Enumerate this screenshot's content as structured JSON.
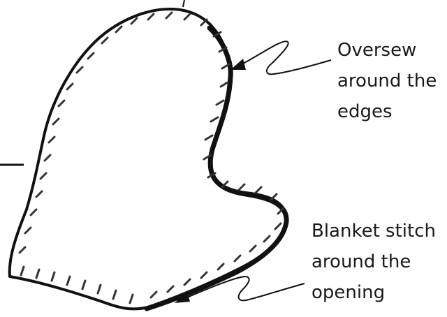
{
  "labels": {
    "oversew": {
      "line1": "Oversew",
      "line2": "around the",
      "line3": "edges"
    },
    "blanket": {
      "line1": "Blanket stitch",
      "line2": "around the",
      "line3": "opening"
    }
  },
  "colors": {
    "outline": "#111111",
    "stitch": "#333333",
    "text": "#1a1a1a",
    "background": "#ffffff"
  }
}
